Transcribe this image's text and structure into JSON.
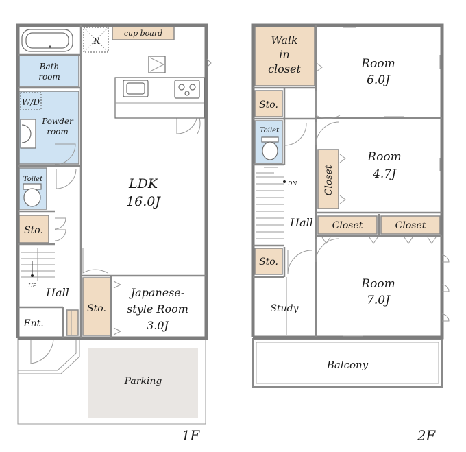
{
  "floors": {
    "first": {
      "label": "1F",
      "rooms": {
        "cupboard": "cup board",
        "refrigerator_mark": "R",
        "bath_line1": "Bath",
        "bath_line2": "room",
        "washer": "W/D",
        "powder_line1": "Powder",
        "powder_line2": "room",
        "toilet": "Toilet",
        "storage_hall": "Sto.",
        "ldk_line1": "LDK",
        "ldk_line2": "16.0J",
        "storage_japanese": "Sto.",
        "japanese_line1": "Japanese-",
        "japanese_line2": "style Room",
        "japanese_line3": "3.0J",
        "hall": "Hall",
        "up": "UP",
        "entrance": "Ent.",
        "parking": "Parking"
      }
    },
    "second": {
      "label": "2F",
      "rooms": {
        "walk_line1": "Walk",
        "walk_line2": "in",
        "walk_line3": "closet",
        "room1_line1": "Room",
        "room1_line2": "6.0J",
        "storage_top": "Sto.",
        "toilet": "Toilet",
        "dn": "DN",
        "closet_vertical": "Closet",
        "room2_line1": "Room",
        "room2_line2": "4.7J",
        "hall": "Hall",
        "closet_a": "Closet",
        "closet_b": "Closet",
        "storage_mid": "Sto.",
        "room3_line1": "Room",
        "room3_line2": "7.0J",
        "study": "Study",
        "balcony": "Balcony"
      }
    }
  }
}
